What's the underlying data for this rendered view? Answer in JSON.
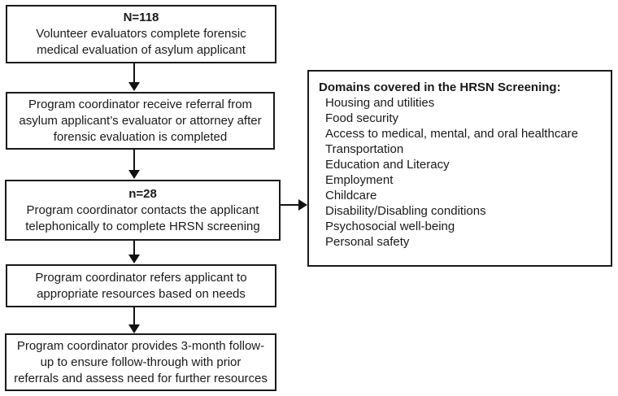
{
  "colors": {
    "border": "#1a1a1a",
    "text": "#1a1a1a",
    "arrow": "#111111",
    "background": "#ffffff"
  },
  "icons": {
    "arrow_down": "solid-triangle-down",
    "arrow_right": "solid-triangle-right"
  },
  "flow": {
    "steps": [
      {
        "count": "N=118",
        "text": "Volunteer evaluators complete forensic\nmedical evaluation of asylum applicant"
      },
      {
        "text": "Program coordinator receive referral from\nasylum applicant’s evaluator or attorney after\nforensic evaluation is completed"
      },
      {
        "count": "n=28",
        "text": "Program coordinator contacts the applicant\ntelephonically to complete HRSN screening"
      },
      {
        "text": "Program coordinator refers applicant to\nappropriate resources based on needs"
      },
      {
        "text": "Program coordinator provides 3-month follow-\nup to ensure follow-through with prior\nreferrals and assess need for further resources"
      }
    ],
    "side_panel": {
      "title": "Domains covered in the HRSN Screening:",
      "items": [
        "Housing and utilities",
        "Food security",
        "Access to medical, mental, and oral healthcare",
        "Transportation",
        "Education and Literacy",
        "Employment",
        "Childcare",
        "Disability/Disabling conditions",
        "Psychosocial well-being",
        "Personal safety"
      ]
    }
  }
}
